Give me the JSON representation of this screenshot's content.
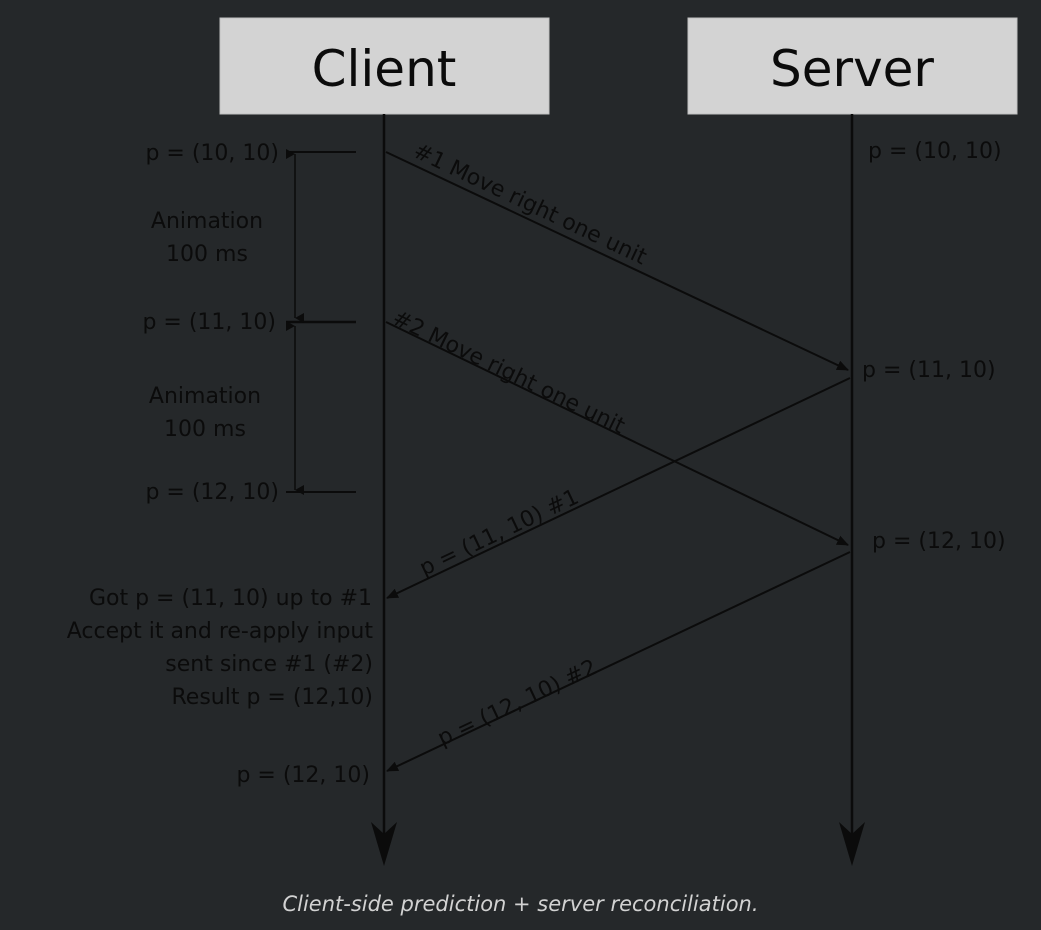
{
  "diagram": {
    "lanes": {
      "client": "Client",
      "server": "Server"
    },
    "client_states": {
      "s1": "p = (10, 10)",
      "s2": "p = (11, 10)",
      "s3": "p = (12, 10)",
      "final": "p = (12, 10)"
    },
    "animation_notes": [
      {
        "line1": "Animation",
        "line2": "100 ms"
      },
      {
        "line1": "Animation",
        "line2": "100 ms"
      }
    ],
    "server_states": {
      "s1": "p = (10, 10)",
      "s2": "p = (11, 10)",
      "s3": "p = (12, 10)"
    },
    "messages": {
      "m1": "#1 Move right one unit",
      "m2": "#2 Move right one unit",
      "r1": "p = (11, 10) #1",
      "r2": "p = (12, 10) #2"
    },
    "reconcile_note": [
      "Got p = (11, 10) up to #1",
      "Accept it and re-apply input",
      "sent since #1 (#2)",
      "Result p = (12,10)"
    ]
  },
  "caption": "Client-side prediction + server reconciliation.",
  "colors": {
    "background": "#25282a",
    "lane_header": "#d3d3d3",
    "ink": "#0b0b0b",
    "caption": "#d2d2d2"
  }
}
